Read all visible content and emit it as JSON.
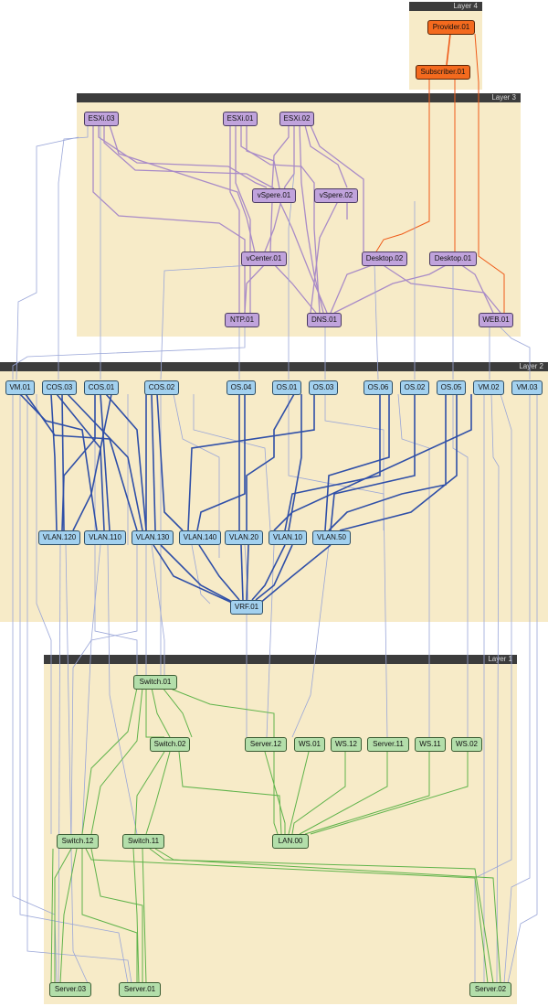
{
  "colors": {
    "panel": "#f7ebc8",
    "header": "#3c3c3c",
    "purple_node": "#c0a3dc",
    "blue_node": "#a3d1ef",
    "green_node": "#b3deaa",
    "orange_node": "#f46a1e",
    "purple_link": "#a98bc7",
    "blue_link": "#2f4fa8",
    "light_blue_link": "#9aa6d8",
    "green_link": "#5fb34a",
    "orange_link": "#ef5a18"
  },
  "layers": {
    "layer4": "Layer 4",
    "layer3": "Layer 3",
    "layer2": "Layer 2",
    "layer1": "Layer 1"
  },
  "nodes": {
    "provider_01": "Provider.01",
    "subscriber_01": "Subscriber.01",
    "esxi_03": "ESXi.03",
    "esxi_01": "ESXi.01",
    "esxi_02": "ESXi.02",
    "vspere_01": "vSpere.01",
    "vspere_02": "vSpere.02",
    "vcenter_01": "vCenter.01",
    "desktop_02": "Desktop.02",
    "desktop_01": "Desktop.01",
    "ntp_01": "NTP.01",
    "dns_01": "DNS.01",
    "web_01": "WEB.01",
    "vm_01": "VM.01",
    "cos_03": "COS.03",
    "cos_01": "COS.01",
    "cos_02": "COS.02",
    "os_04": "OS.04",
    "os_01": "OS.01",
    "os_03": "OS.03",
    "os_06": "OS.06",
    "os_02": "OS.02",
    "os_05": "OS.05",
    "vm_02": "VM.02",
    "vm_03": "VM.03",
    "vlan_120": "VLAN.120",
    "vlan_110": "VLAN.110",
    "vlan_130": "VLAN.130",
    "vlan_140": "VLAN.140",
    "vlan_20": "VLAN.20",
    "vlan_10": "VLAN.10",
    "vlan_50": "VLAN.50",
    "vrf_01": "VRF.01",
    "switch_01": "Switch.01",
    "switch_02": "Switch.02",
    "server_12": "Server.12",
    "ws_01": "WS.01",
    "ws_12": "WS.12",
    "server_11": "Server.11",
    "ws_11": "WS.11",
    "ws_02": "WS.02",
    "switch_12": "Switch.12",
    "switch_11": "Switch.11",
    "lan_00": "LAN.00",
    "server_03": "Server.03",
    "server_01": "Server.01",
    "server_02": "Server.02"
  }
}
